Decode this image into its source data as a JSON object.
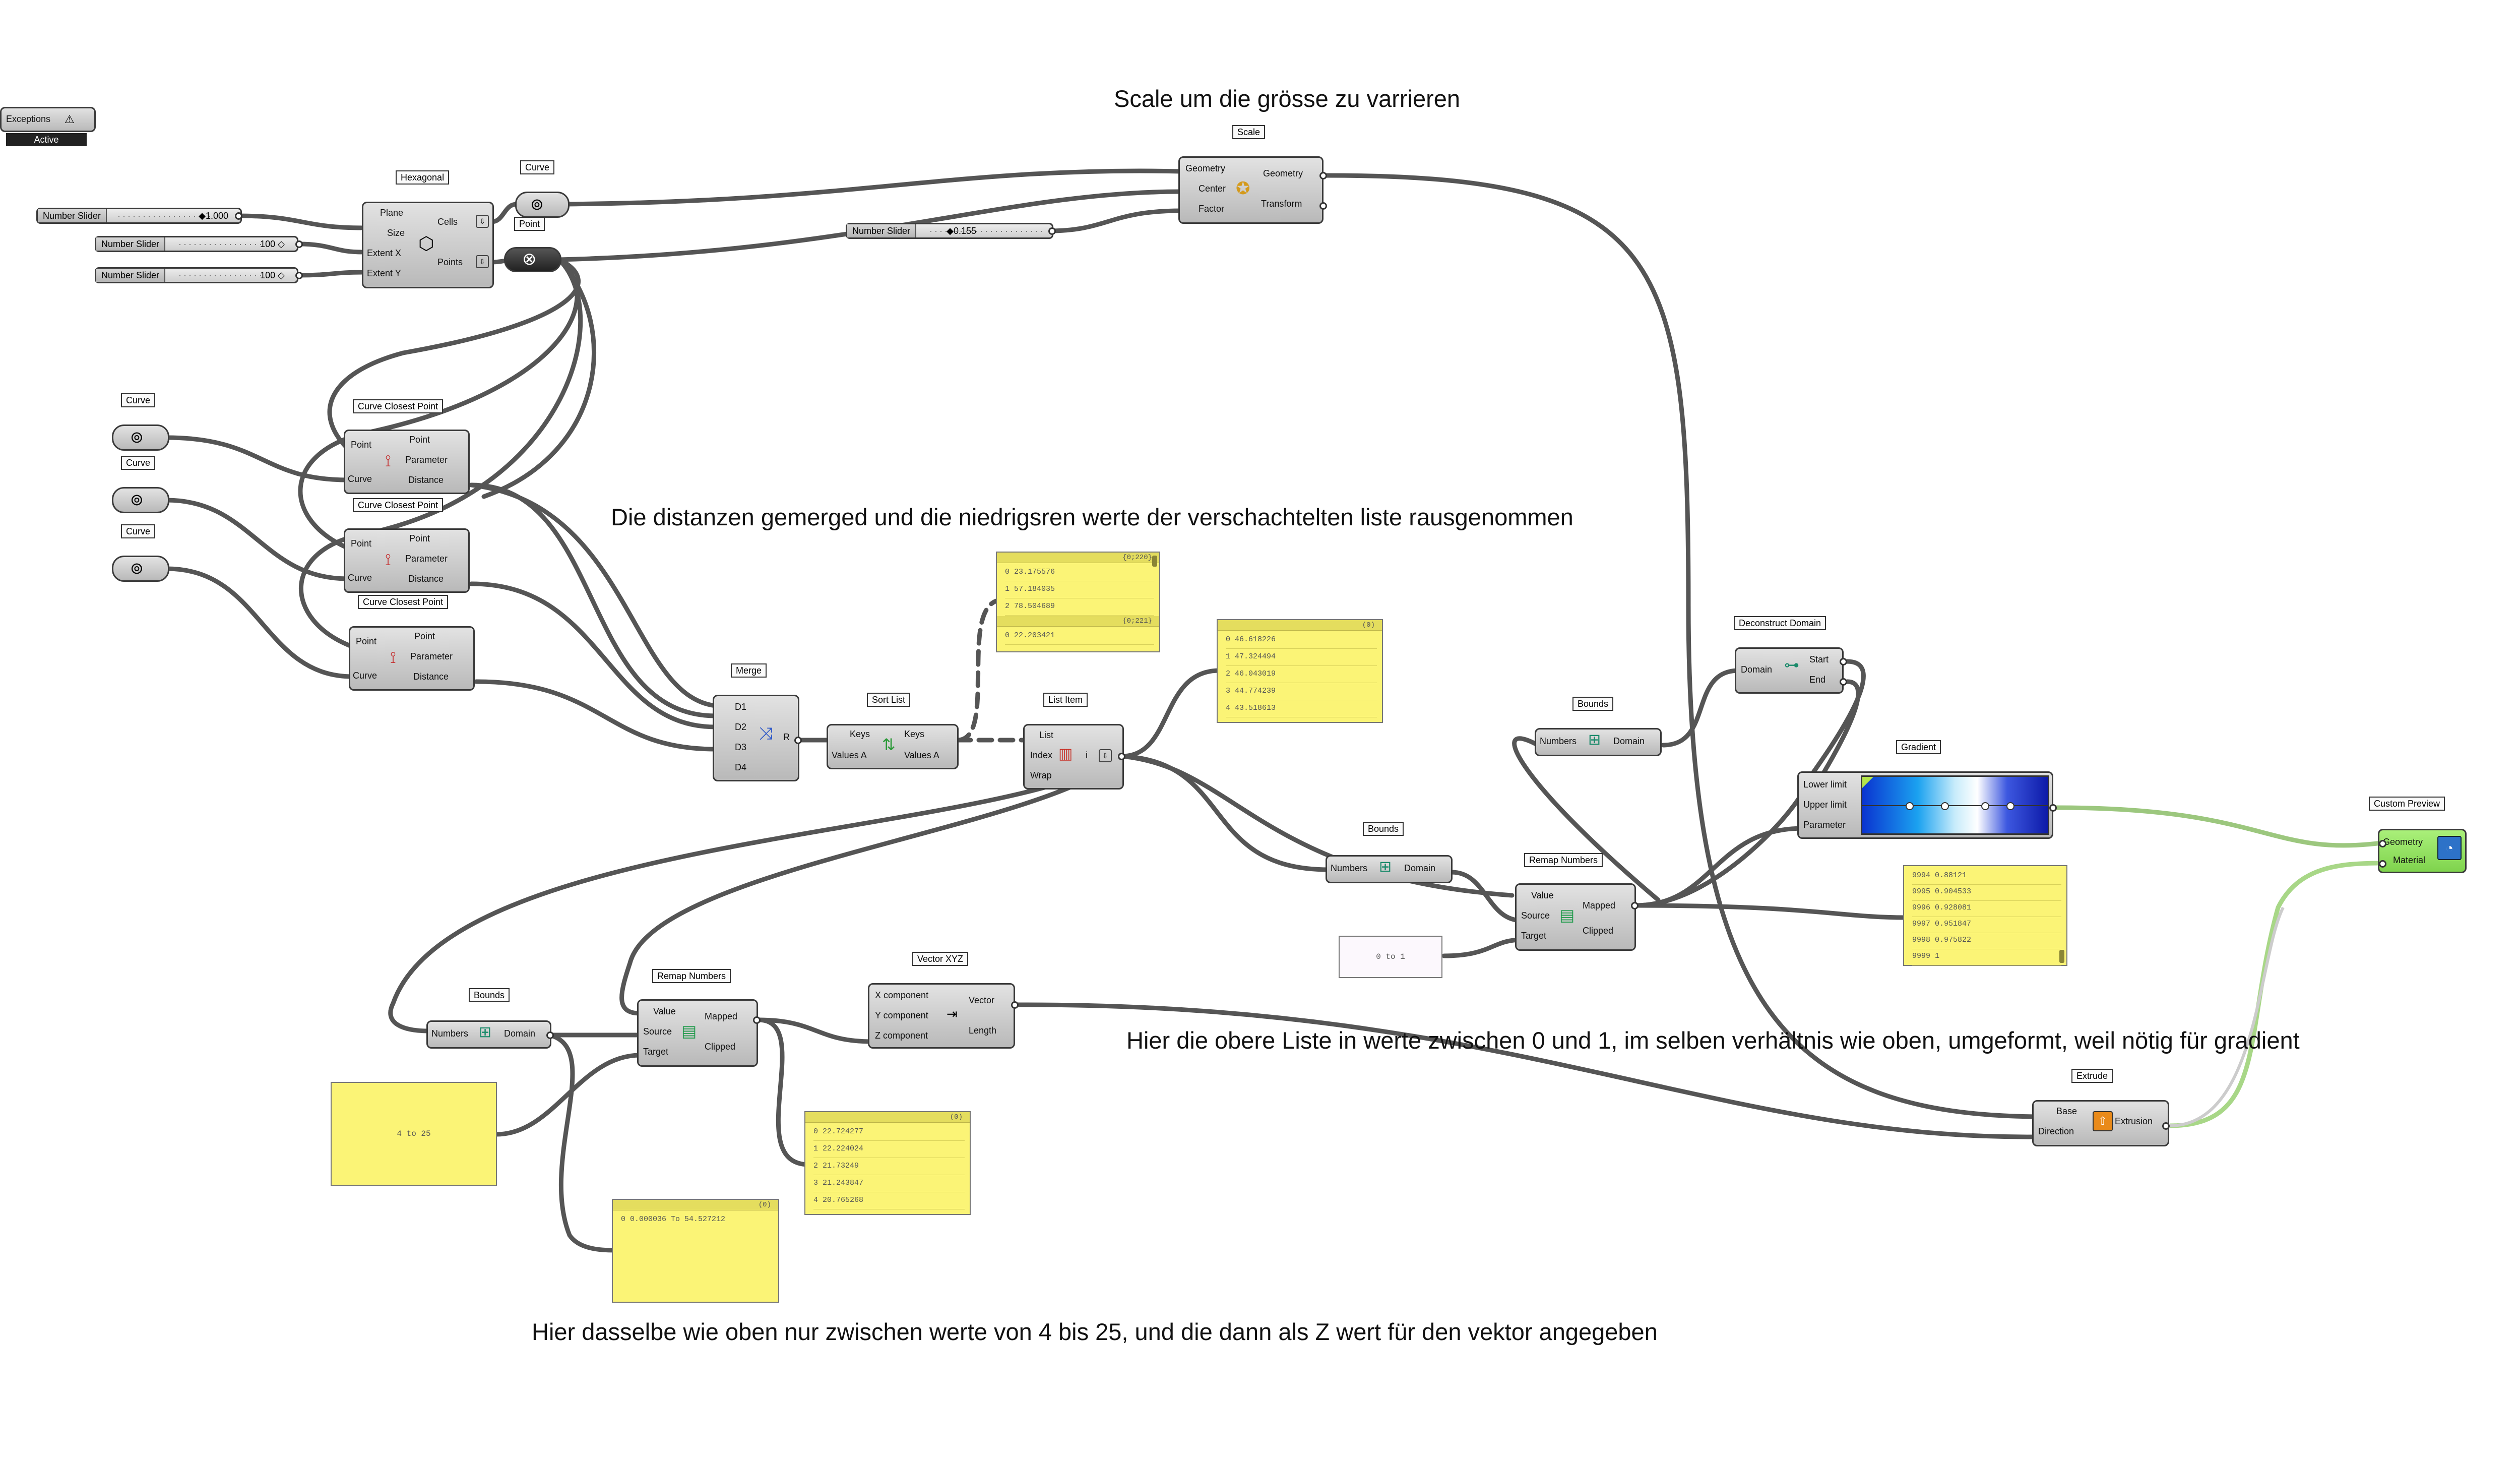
{
  "annotations": {
    "scale_note": "Scale um die grösse zu varrieren",
    "merge_note": "Die distanzen gemerged und die niedrigsren werte der verschachtelten liste rausgenommen",
    "gradient_note": "Hier die obere Liste in werte zwischen 0 und 1, im selben verhältnis wie oben, umgeformt, weil nötig für gradient",
    "z_note": "Hier dasselbe wie oben nur zwischen werte von 4 bis 25, und die dann als Z wert für den vektor angegeben"
  },
  "exceptions": {
    "label": "Exceptions",
    "status": "Active"
  },
  "sliders": [
    {
      "name": "Number Slider",
      "value": "◆1.000"
    },
    {
      "name": "Number Slider",
      "value": "100 ◇"
    },
    {
      "name": "Number Slider",
      "value": "100 ◇"
    },
    {
      "name": "Number Slider",
      "value": "◆0.155"
    }
  ],
  "hexagonal": {
    "title": "Hexagonal",
    "inputs": [
      "Plane",
      "Size",
      "Extent X",
      "Extent Y"
    ],
    "outputs": [
      "Cells",
      "Points"
    ]
  },
  "curve_param_top": {
    "title": "Curve"
  },
  "point_param": {
    "title": "Point"
  },
  "scale": {
    "title": "Scale",
    "inputs": [
      "Geometry",
      "Center",
      "Factor"
    ],
    "outputs": [
      "Geometry",
      "Transform"
    ]
  },
  "curve_params": [
    {
      "title": "Curve"
    },
    {
      "title": "Curve"
    },
    {
      "title": "Curve"
    }
  ],
  "closest_points": [
    {
      "title": "Curve Closest Point",
      "inputs": [
        "Point",
        "Curve"
      ],
      "outputs": [
        "Point",
        "Parameter",
        "Distance"
      ]
    },
    {
      "title": "Curve Closest Point",
      "inputs": [
        "Point",
        "Curve"
      ],
      "outputs": [
        "Point",
        "Parameter",
        "Distance"
      ]
    },
    {
      "title": "Curve Closest Point",
      "inputs": [
        "Point",
        "Curve"
      ],
      "outputs": [
        "Point",
        "Parameter",
        "Distance"
      ]
    }
  ],
  "merge": {
    "title": "Merge",
    "inputs": [
      "D1",
      "D2",
      "D3",
      "D4"
    ],
    "output": "R"
  },
  "sort_list": {
    "title": "Sort List",
    "inputs": [
      "Keys",
      "Values A"
    ],
    "outputs": [
      "Keys",
      "Values A"
    ]
  },
  "list_item": {
    "title": "List Item",
    "inputs": [
      "List",
      "Index",
      "Wrap"
    ],
    "output": "i"
  },
  "panel_sort": {
    "headers": [
      "{0;220}",
      "{0;221}"
    ],
    "rows_a": [
      "0 23.175576",
      "1 57.184035",
      "2 78.504689"
    ],
    "rows_b": [
      "0 22.203421"
    ]
  },
  "panel_item": {
    "header": "(0)",
    "rows": [
      "0 46.618226",
      "1 47.324494",
      "2 46.043019",
      "3 44.774239",
      "4 43.518613"
    ]
  },
  "bounds_top": {
    "title": "Bounds",
    "input": "Numbers",
    "output": "Domain"
  },
  "deconstruct": {
    "title": "Deconstruct Domain",
    "input": "Domain",
    "outputs": [
      "Start",
      "End"
    ]
  },
  "gradient": {
    "title": "Gradient",
    "inputs": [
      "Lower limit",
      "Upper limit",
      "Parameter"
    ]
  },
  "custom_preview": {
    "title": "Custom Preview",
    "inputs": [
      "Geometry",
      "Material"
    ]
  },
  "bounds_mid": {
    "title": "Bounds",
    "input": "Numbers",
    "output": "Domain"
  },
  "remap_top": {
    "title": "Remap Numbers",
    "inputs": [
      "Value",
      "Source",
      "Target"
    ],
    "outputs": [
      "Mapped",
      "Clipped"
    ]
  },
  "panel_0to1": {
    "text": "0 to 1"
  },
  "panel_mapped": {
    "rows": [
      "9994 0.88121",
      "9995 0.904533",
      "9996 0.928081",
      "9997 0.951847",
      "9998 0.975822",
      "9999 1"
    ]
  },
  "bounds_low": {
    "title": "Bounds",
    "input": "Numbers",
    "output": "Domain"
  },
  "remap_low": {
    "title": "Remap Numbers",
    "inputs": [
      "Value",
      "Source",
      "Target"
    ],
    "outputs": [
      "Mapped",
      "Clipped"
    ]
  },
  "vector": {
    "title": "Vector XYZ",
    "inputs": [
      "X component",
      "Y component",
      "Z component"
    ],
    "outputs": [
      "Vector",
      "Length"
    ]
  },
  "extrude": {
    "title": "Extrude",
    "inputs": [
      "Base",
      "Direction"
    ],
    "output": "Extrusion"
  },
  "panel_4to25": {
    "text": "4 to 25"
  },
  "panel_z": {
    "header": "(0)",
    "rows": [
      "0 22.724277",
      "1 22.224024",
      "2 21.73249",
      "3 21.243847",
      "4 20.765268"
    ]
  },
  "panel_domain": {
    "header": "(0)",
    "rows": [
      "0 0.000036 To 54.527212"
    ]
  }
}
